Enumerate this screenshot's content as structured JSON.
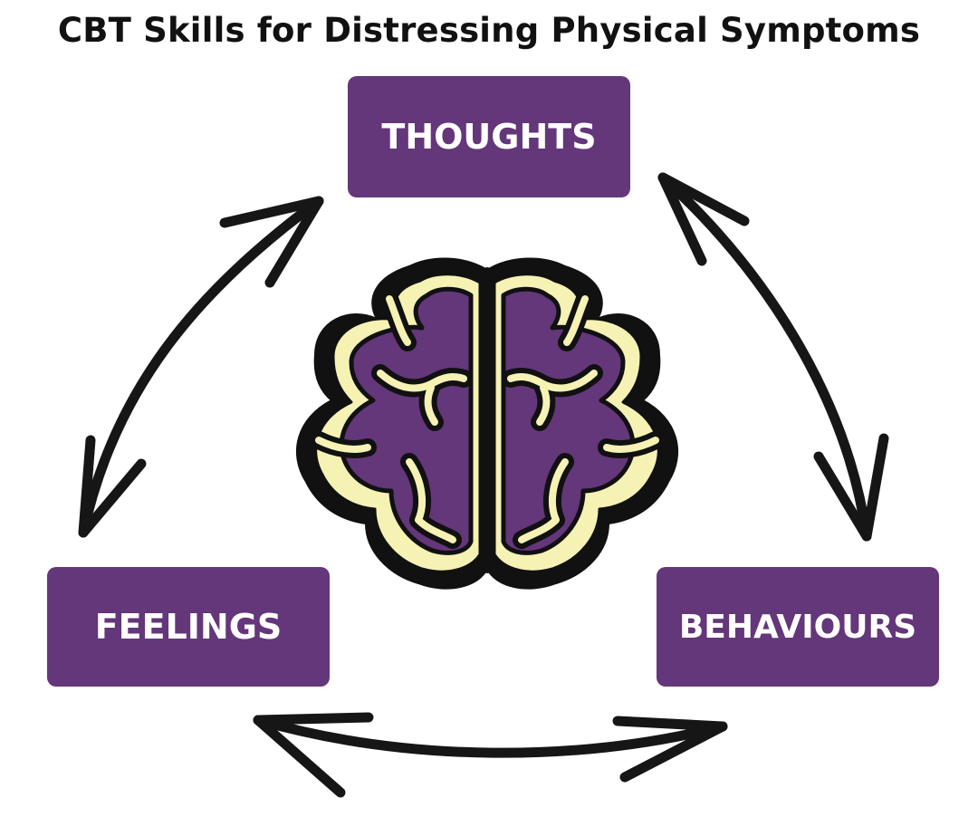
{
  "title": "CBT Skills for Distressing Physical Symptoms",
  "nodes": {
    "thoughts": "THOUGHTS",
    "feelings": "FEELINGS",
    "behaviours": "BEHAVIOURS"
  },
  "colors": {
    "box": "#64367a",
    "brain_fill": "#64367a",
    "brain_highlight": "#f6f2b4",
    "outline": "#111111",
    "text": "#ffffff"
  },
  "icons": {
    "center": "brain-icon",
    "connectors": "double-headed-arrow"
  }
}
